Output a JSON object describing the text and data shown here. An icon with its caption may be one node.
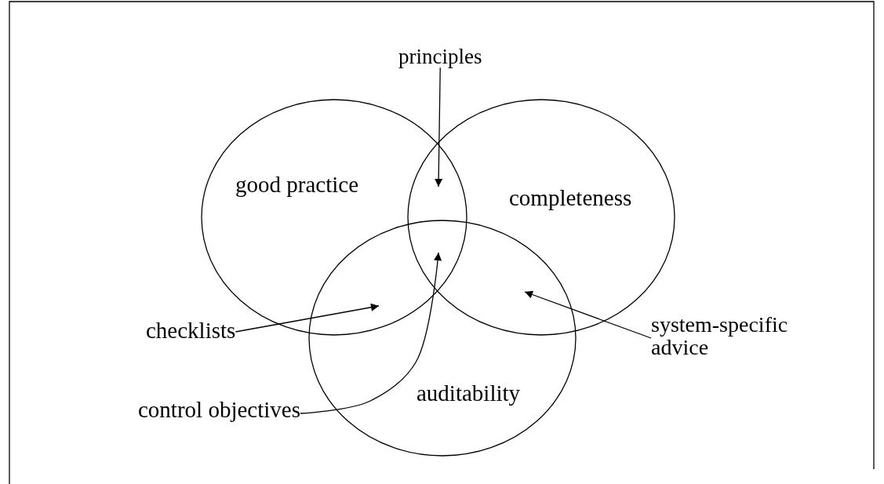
{
  "diagram": {
    "nodes": [
      {
        "text": [
          "good practice"
        ]
      },
      {
        "text": [
          "completeness"
        ]
      },
      {
        "text": [
          "auditability"
        ]
      },
      {
        "text": [
          "principles"
        ]
      },
      {
        "text": [
          "checklists"
        ]
      },
      {
        "text": [
          "control objectives"
        ]
      },
      {
        "text": [
          "system-specific advice"
        ]
      }
    ],
    "edges": [
      {
        "from": 3,
        "to": 1,
        "arrow": "to"
      },
      {
        "from": 4,
        "to": 0,
        "arrow": "to"
      },
      {
        "from": 5,
        "to": 1,
        "arrow": "to"
      },
      {
        "from": 6,
        "to": 1,
        "arrow": "to"
      }
    ]
  }
}
